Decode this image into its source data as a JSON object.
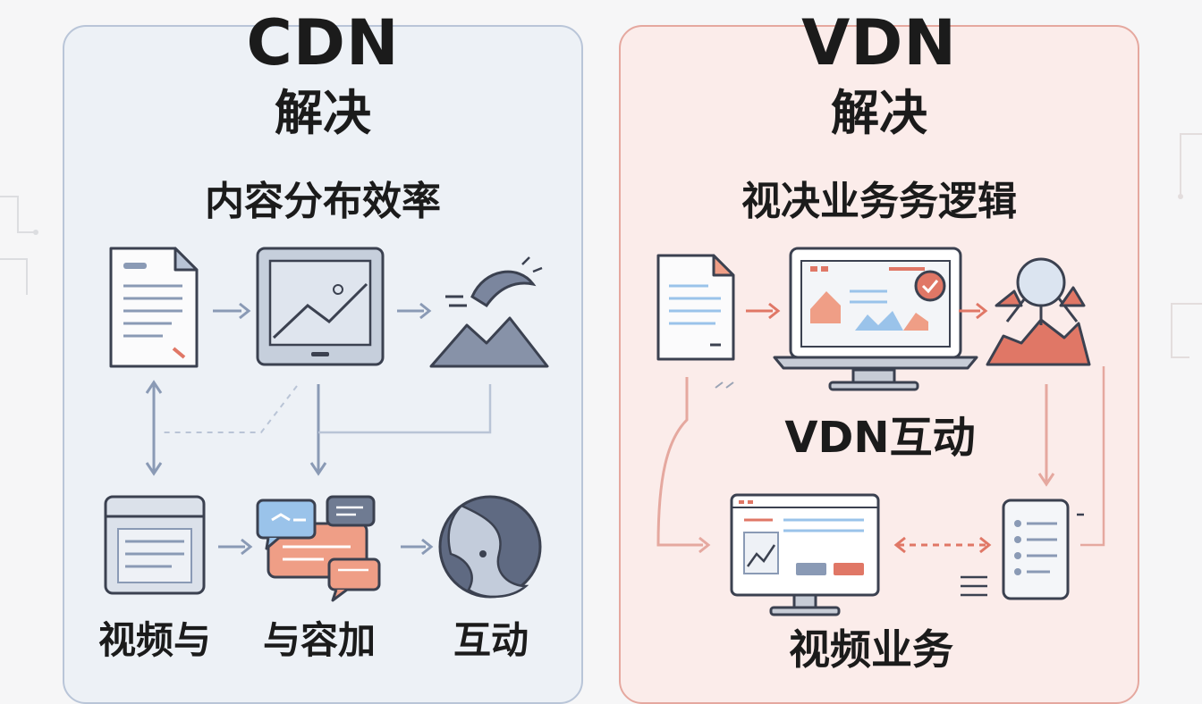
{
  "cdn": {
    "title": "CDN",
    "subtitle": "解决",
    "heading": "内容分布效率",
    "bottom_labels": [
      "视频与",
      "与容加",
      "互动"
    ]
  },
  "vdn": {
    "title": "VDN",
    "subtitle": "解决",
    "heading": "视决业务务逻辑",
    "middle_label": "VDN互动",
    "bottom_label": "视频业务"
  },
  "colors": {
    "cdn_accent": "#8a9ab5",
    "vdn_accent": "#e07766",
    "ink": "#3b4150"
  },
  "icons": {
    "cdn": [
      "document-icon",
      "image-screen-icon",
      "mountain-bird-icon",
      "list-window-icon",
      "chat-bubbles-icon",
      "globe-face-icon"
    ],
    "vdn": [
      "document-icon",
      "laptop-chart-icon",
      "network-nodes-icon",
      "monitor-dashboard-icon",
      "checklist-icon"
    ]
  }
}
